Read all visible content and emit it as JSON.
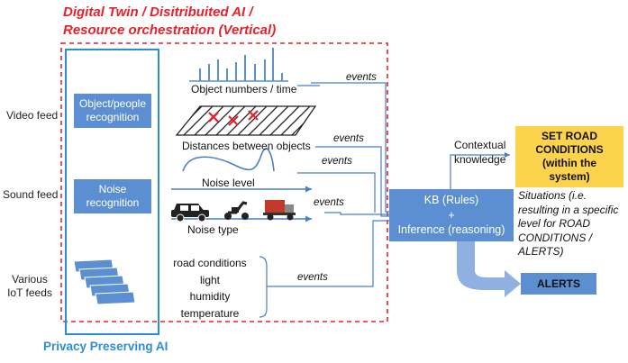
{
  "title": {
    "line1": "Digital Twin / Disitribuited AI /",
    "line2": "Resource orchestration (Vertical)"
  },
  "feeds": {
    "video": "Video feed",
    "sound": "Sound feed",
    "iot_line1": "Various",
    "iot_line2": "IoT feeds"
  },
  "modules": {
    "object_line1": "Object/people",
    "object_line2": "recognition",
    "noise_line1": "Noise",
    "noise_line2": "recognition"
  },
  "privacy": "Privacy Preserving AI",
  "outputs": {
    "object_numbers": "Object numbers / time",
    "distances": "Distances between objects",
    "noise_level": "Noise level",
    "noise_type": "Noise type"
  },
  "iot_items": [
    "road conditions",
    "light",
    "humidity",
    "temperature"
  ],
  "events_label": "events",
  "contextual": {
    "line1": "Contextual",
    "line2": "knowledge"
  },
  "set_road": {
    "line1": "SET ROAD",
    "line2": "CONDITIONS",
    "line3": "(within the",
    "line4": "system)"
  },
  "kb": {
    "line1": "KB (Rules)",
    "line2": "+",
    "line3": "Inference (reasoning)"
  },
  "situations": {
    "line1": "Situations (i.e.",
    "line2": "resulting in a specific",
    "line3": "level for ROAD",
    "line4": "CONDITIONS /",
    "line5": "ALERTS)"
  },
  "alerts": "ALERTS",
  "colors": {
    "red": "#e8202a",
    "blue_box": "#5b8fd1",
    "light_blue": "#2c8fd6",
    "yellow": "#fcd34d"
  }
}
